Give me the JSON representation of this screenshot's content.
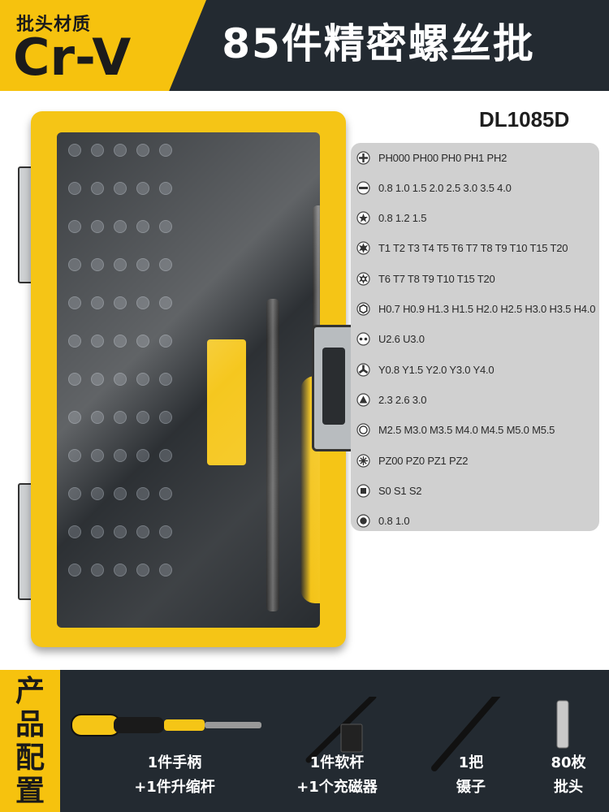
{
  "header": {
    "material_label": "批头材质",
    "material_value": "Cr-V",
    "title": "85件精密螺丝批"
  },
  "model": "DL1085D",
  "specs": [
    {
      "icon": "phillips-icon",
      "text": "PH000  PH00  PH0  PH1  PH2"
    },
    {
      "icon": "slotted-icon",
      "text": "0.8  1.0  1.5  2.0  2.5  3.0  3.5  4.0"
    },
    {
      "icon": "pentalobe-icon",
      "text": "0.8  1.2  1.5"
    },
    {
      "icon": "torx-icon",
      "text": "T1  T2  T3  T4  T5  T6  T7  T8  T9  T10  T15  T20"
    },
    {
      "icon": "torx-security-icon",
      "text": "T6  T7  T8  T9  T10  T15  T20"
    },
    {
      "icon": "hex-icon",
      "text": "H0.7  H0.9  H1.3  H1.5  H2.0  H2.5  H3.0  H3.5  H4.0"
    },
    {
      "icon": "u-shape-icon",
      "text": "U2.6  U3.0"
    },
    {
      "icon": "tri-wing-icon",
      "text": "Y0.8  Y1.5  Y2.0  Y3.0  Y4.0"
    },
    {
      "icon": "triangle-icon",
      "text": "2.3  2.6  3.0"
    },
    {
      "icon": "m-hex-socket-icon",
      "text": "M2.5  M3.0  M3.5  M4.0  M4.5  M5.0  M5.5"
    },
    {
      "icon": "pozidriv-icon",
      "text": "PZ00  PZ0  PZ1  PZ2"
    },
    {
      "icon": "square-icon",
      "text": "S0  S1  S2"
    },
    {
      "icon": "round-socket-icon",
      "text": "0.8  1.0"
    }
  ],
  "bottom": {
    "label_chars": [
      "产",
      "品",
      "配",
      "置"
    ],
    "items": [
      {
        "line1": "1件手柄",
        "line2": "+1件升缩杆"
      },
      {
        "line1": "1件软杆",
        "line2": "+1个充磁器"
      },
      {
        "line1": "1把",
        "line2": "镊子"
      },
      {
        "line1": "80枚",
        "line2": "批头"
      }
    ]
  },
  "colors": {
    "brand_yellow": "#f6c20e",
    "dark_bg": "#232a31",
    "panel_gray": "#d0d0d0"
  }
}
